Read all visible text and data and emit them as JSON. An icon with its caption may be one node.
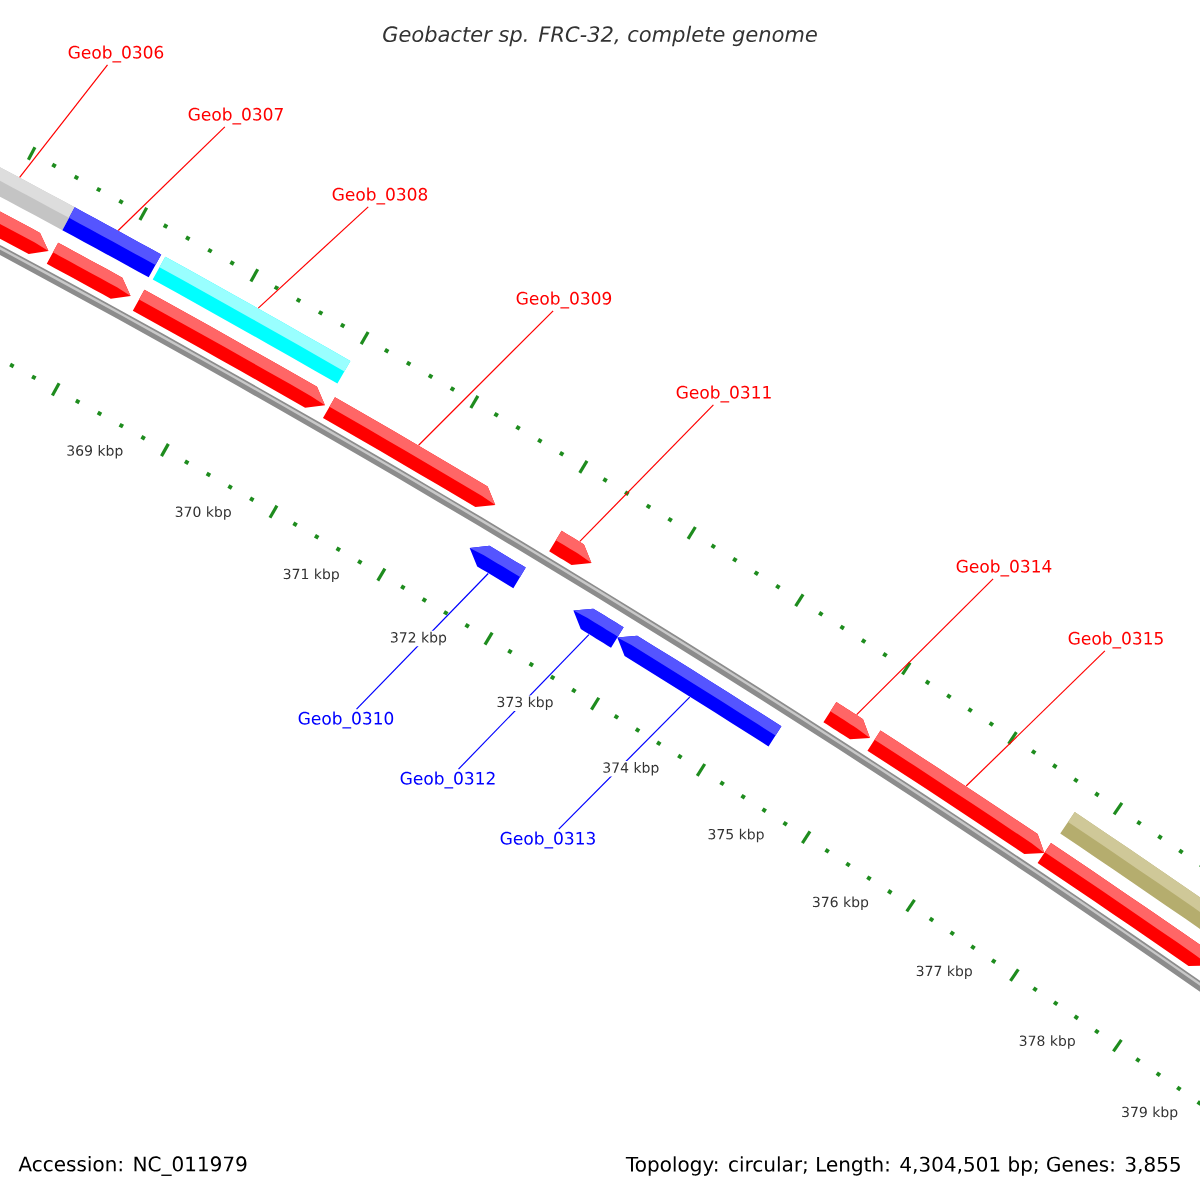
{
  "diagram": {
    "title": "Geobacter sp. FRC-32, complete genome",
    "nodes": [
      {
        "text": [
          "Geob_0306"
        ]
      },
      {
        "text": [
          "Geob_0307"
        ]
      },
      {
        "text": [
          "Geob_0308"
        ]
      },
      {
        "text": [
          "Geob_0309"
        ]
      },
      {
        "text": [
          "Geob_0311"
        ]
      },
      {
        "text": [
          "Geob_0314"
        ]
      },
      {
        "text": [
          "Geob_0315"
        ]
      },
      {
        "text": [
          "Geob_0310"
        ]
      },
      {
        "text": [
          "Geob_0312"
        ]
      },
      {
        "text": [
          "Geob_0313"
        ]
      },
      {
        "text": [],
        "shape": "bar"
      },
      {
        "text": [],
        "shape": "bar"
      },
      {
        "text": [],
        "shape": "bar"
      },
      {
        "text": [],
        "shape": "bar"
      },
      {
        "text": [],
        "shape": "bar"
      },
      {
        "text": [],
        "shape": "bar"
      },
      {
        "text": [],
        "shape": "bar"
      },
      {
        "text": [],
        "shape": "bar"
      },
      {
        "text": [],
        "shape": "bar"
      },
      {
        "text": [],
        "shape": "bar"
      },
      {
        "text": [],
        "shape": "bar"
      },
      {
        "text": [],
        "shape": "bar"
      },
      {
        "text": [],
        "shape": "bar"
      },
      {
        "text": [],
        "shape": "bar"
      },
      {
        "text": [],
        "shape": "bar"
      }
    ],
    "edges": [
      {
        "from": 0,
        "to": 10,
        "arrow": "none"
      },
      {
        "from": 1,
        "to": 12,
        "arrow": "none"
      },
      {
        "from": 2,
        "to": 14,
        "arrow": "none"
      },
      {
        "from": 3,
        "to": 16,
        "arrow": "none"
      },
      {
        "from": 4,
        "to": 18,
        "arrow": "none"
      },
      {
        "from": 5,
        "to": 21,
        "arrow": "none"
      },
      {
        "from": 6,
        "to": 22,
        "arrow": "none"
      },
      {
        "from": 7,
        "to": 17,
        "arrow": "none",
        "color": "#0000ff"
      },
      {
        "from": 8,
        "to": 19,
        "arrow": "none",
        "color": "#0000ff"
      },
      {
        "from": 9,
        "to": 20,
        "arrow": "none",
        "color": "#0000ff"
      }
    ],
    "labels": [
      "369 kbp",
      "370 kbp",
      "371 kbp",
      "372 kbp",
      "373 kbp",
      "374 kbp",
      "375 kbp",
      "376 kbp",
      "377 kbp",
      "378 kbp",
      "379 kbp",
      "Accession: NC_011979",
      "Topology: circular; Length: 4,304,501 bp; Genes: 3,855"
    ]
  }
}
